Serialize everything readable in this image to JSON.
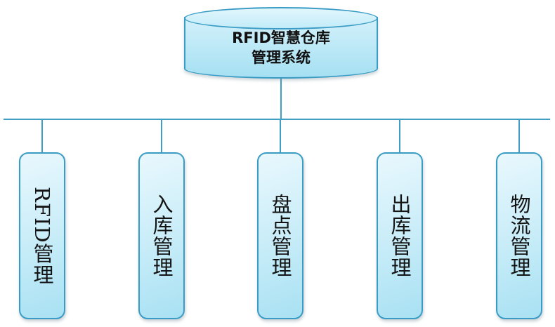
{
  "diagram": {
    "root": {
      "line1": "RFID智慧仓库",
      "line2": "管理系统"
    },
    "branches": [
      {
        "label": "RFID管理"
      },
      {
        "label": "入库管理"
      },
      {
        "label": "盘点管理"
      },
      {
        "label": "出库管理"
      },
      {
        "label": "物流管理"
      }
    ],
    "colors": {
      "stroke": "#3f9ec6",
      "fill_light": "#e9f8fd",
      "fill_dark": "#a8e1f3"
    }
  }
}
